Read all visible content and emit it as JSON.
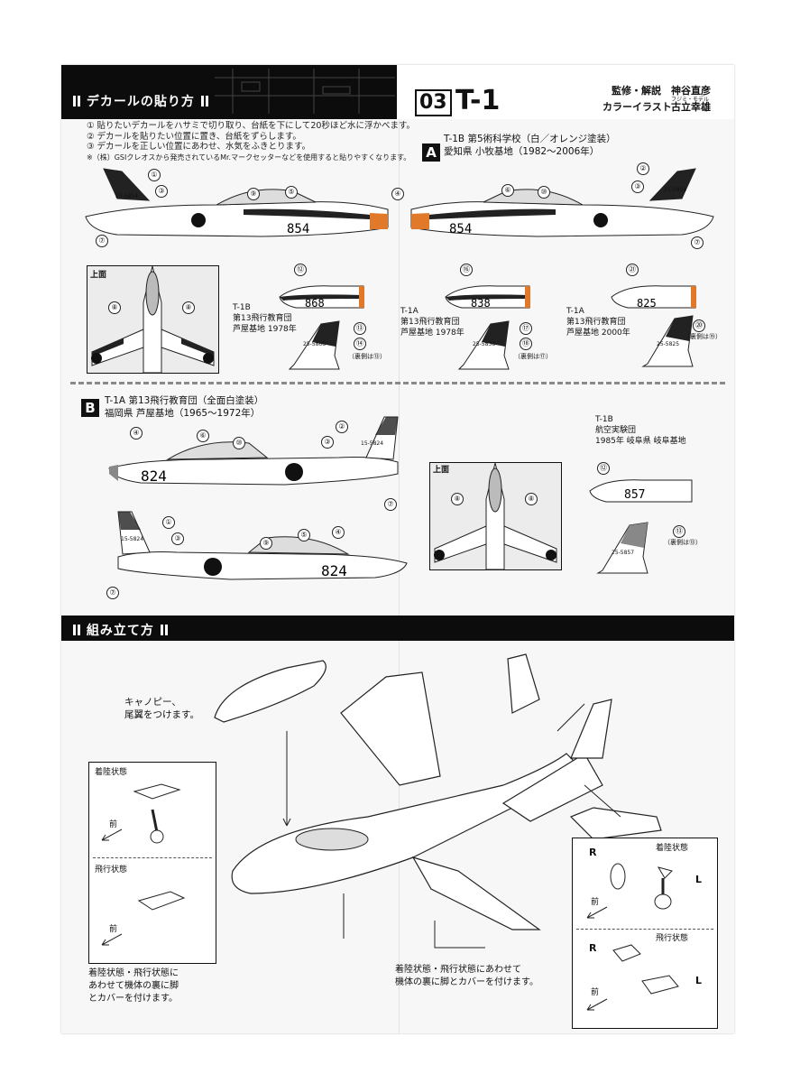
{
  "header": {
    "decal_title": "デカールの貼り方",
    "number": "03",
    "model": "T-1",
    "credit_label_1": "監修・解説",
    "credit_name_1": "神谷直彦",
    "credit_ruby": "フジミ・モデル",
    "credit_label_2": "カラーイラスト",
    "credit_name_2": "古立幸雄"
  },
  "instructions": {
    "step1": "① 貼りたいデカールをハサミで切り取り、台紙を下にして20秒ほど水に浮かべます。",
    "step2": "② デカールを貼りたい位置に置き、台紙をずらします。",
    "step3": "③ デカールを正しい位置にあわせ、水気をふきとります。",
    "note": "※（株）GSIクレオスから発売されているMr.マークセッターなどを使用すると貼りやすくなります。"
  },
  "section_a": {
    "badge": "A",
    "line1": "T-1B  第5術科学校（白／オレンジ塗装）",
    "line2": "愛知県 小牧基地（1982～2006年）",
    "top_label": "上面",
    "fuselage_number": "854",
    "tail_code": "25-5854",
    "variants": [
      {
        "type": "T-1B",
        "unit": "第13飛行教育団",
        "base": "芦屋基地  1978年",
        "number": "868",
        "tail": "25-5868",
        "num_nose": "⑫",
        "num_tail": "⑬",
        "num_tail2": "⑭",
        "back": "（裏側は⑬）"
      },
      {
        "type": "T-1A",
        "unit": "第13飛行教育団",
        "base": "芦屋基地  1978年",
        "number": "838",
        "tail": "25-5838",
        "num_nose": "⑯",
        "num_tail": "⑰",
        "num_tail2": "⑱",
        "back": "（裏側は⑰）"
      },
      {
        "type": "T-1A",
        "unit": "第13飛行教育団",
        "base": "芦屋基地  2000年",
        "number": "825",
        "tail": "25-5825",
        "num_nose": "㉑",
        "num_tail": "⑳",
        "back": "（裏側は⑲）"
      }
    ]
  },
  "section_b": {
    "badge": "B",
    "line1": "T-1A  第13飛行教育団（全面白塗装）",
    "line2": "福岡県 芦屋基地（1965～1972年）",
    "fuselage_number": "824",
    "tail_code": "15-5824",
    "top_label": "上面",
    "aside_type": "T-1B",
    "aside_unit": "航空実験団",
    "aside_base": "1985年 岐阜県 岐阜基地",
    "aside_number": "857",
    "aside_tail": "25-5857",
    "aside_back": "（裏側は⑬）"
  },
  "markers": {
    "n1": "①",
    "n2": "②",
    "n3": "③",
    "n4": "④",
    "n5": "⑤",
    "n6": "⑥",
    "n7": "⑦",
    "n8": "⑧",
    "n9": "⑨",
    "n10": "⑩",
    "n12": "⑫",
    "n13": "⑬"
  },
  "assembly": {
    "title": "組み立て方",
    "canopy_text_1": "キャノピー、",
    "canopy_text_2": "尾翼をつけます。",
    "landing": "着陸状態",
    "flight": "飛行状態",
    "front": "前",
    "right": "R",
    "left": "L",
    "left_caption_1": "着陸状態・飛行状態に",
    "left_caption_2": "あわせて機体の裏に脚",
    "left_caption_3": "とカバーを付けます。",
    "bottom_caption_1": "着陸状態・飛行状態にあわせて",
    "bottom_caption_2": "機体の裏に脚とカバーを付けます。"
  },
  "colors": {
    "accent": "#111111",
    "orange": "#e07a2a",
    "sheet": "#f7f7f7"
  }
}
